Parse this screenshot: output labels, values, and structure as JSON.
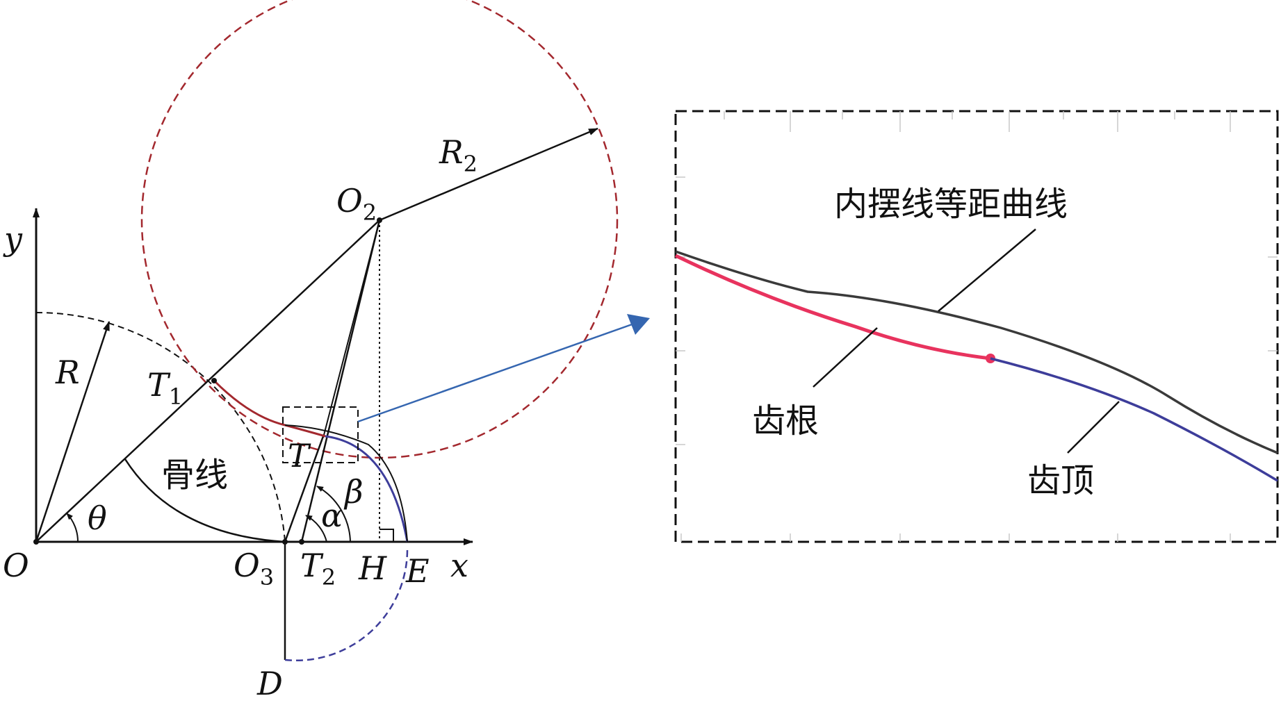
{
  "labels": {
    "origin": "O",
    "x_axis": "x",
    "y_axis": "y",
    "radius_R": "R",
    "radius_R2": "R",
    "radius_R2_sub": "2",
    "center_O2": "O",
    "center_O2_sub": "2",
    "center_O3": "O",
    "center_O3_sub": "3",
    "point_T1": "T",
    "point_T1_sub": "1",
    "point_T": "T",
    "point_T2": "T",
    "point_T2_sub": "2",
    "point_H": "H",
    "point_E": "E",
    "point_D": "D",
    "angle_theta": "θ",
    "angle_alpha": "α",
    "angle_beta": "β",
    "bone_line": "骨线"
  },
  "inset": {
    "hypocycloid_label": "内摆线等距曲线",
    "root_label": "齿根",
    "tip_label": "齿顶"
  },
  "colors": {
    "red_dashed_circle": "#a3282e",
    "red_curve": "#e8335e",
    "blue_curve": "#3d3d9a",
    "blue_arrow": "#3566b0",
    "black": "#111111"
  }
}
